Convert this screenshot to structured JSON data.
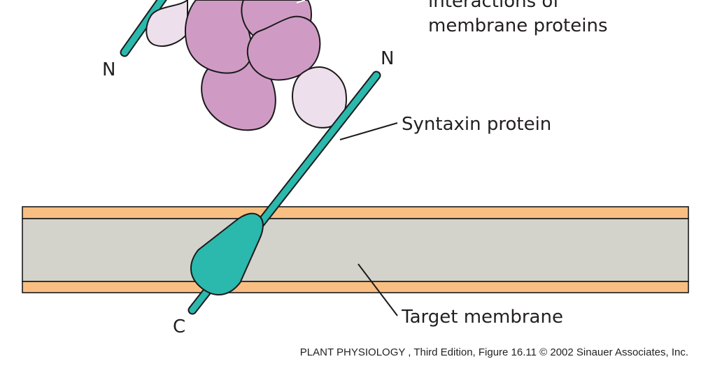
{
  "figure": {
    "heading_line1": "interactions of",
    "heading_line2": "membrane proteins",
    "label_n_left": "N",
    "label_n_right": "N",
    "label_c": "C",
    "label_syntaxin": "Syntaxin protein",
    "label_membrane": "Target membrane",
    "caption": "PLANT PHYSIOLOGY , Third Edition, Figure 16.11  © 2002 Sinauer Associates, Inc."
  },
  "colors": {
    "syntaxin": "#2bb8ad",
    "membrane_outer": "#f9bf82",
    "membrane_core": "#d3d3cc",
    "protein_dark": "#cf9bc5",
    "protein_light": "#ede0ec",
    "outline": "#1a1a1a"
  }
}
